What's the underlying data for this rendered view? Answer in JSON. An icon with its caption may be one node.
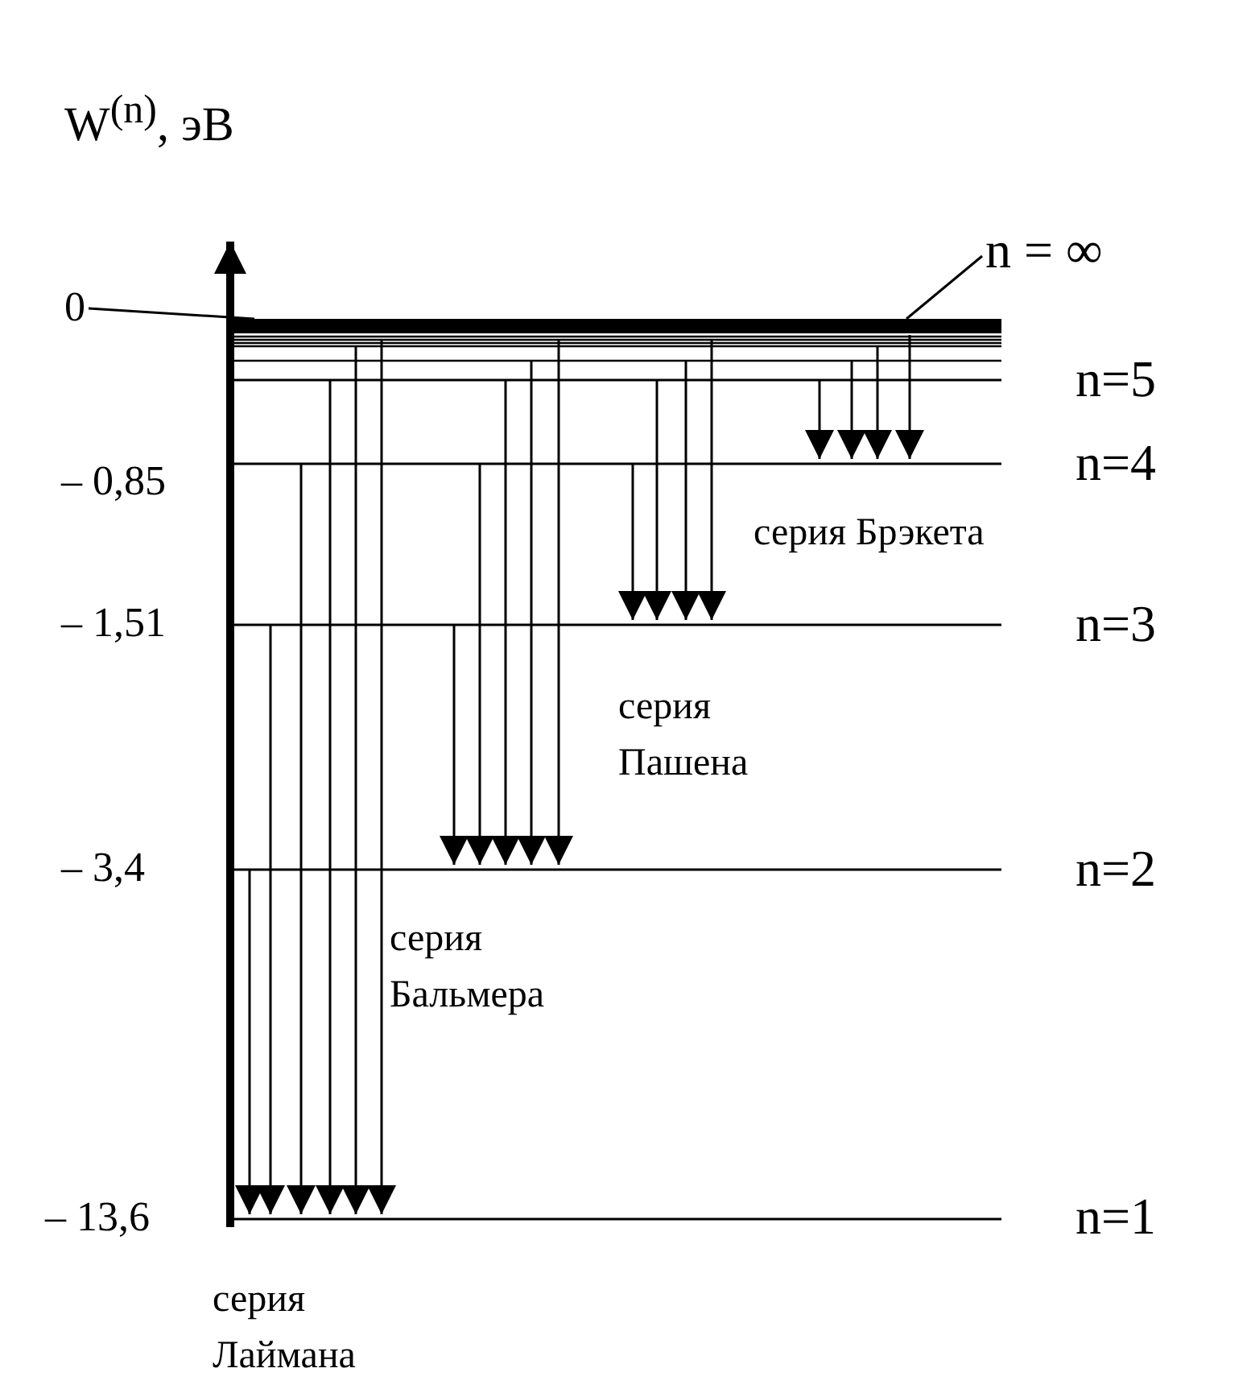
{
  "diagram": {
    "nodes": [
      {
        "text": [
          "0"
        ]
      },
      {
        "text": [
          "n = ∞"
        ]
      },
      {
        "text": [],
        "shape": "bar"
      }
    ],
    "edges": [
      {
        "from": 0,
        "to": 2,
        "arrow": "none"
      },
      {
        "from": 1,
        "to": 2,
        "arrow": "none"
      }
    ],
    "labels": [
      "W$^{(n)}$, эВ",
      "n=5",
      "– 0,85",
      "n=4",
      "серия Брэкета",
      "– 1,51",
      "n=3",
      "серия Пашена",
      "– 3,4",
      "n=2",
      "серия Бальмера",
      "– 13,6",
      "n=1",
      "серия Лаймана"
    ]
  }
}
